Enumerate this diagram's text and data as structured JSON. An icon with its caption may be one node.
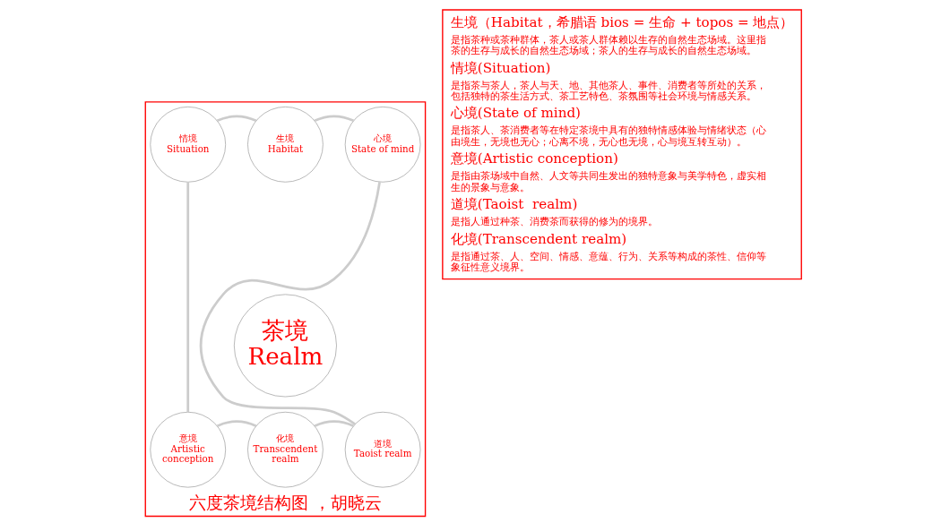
{
  "diagram": {
    "nodes": [
      {
        "text": [
          "六度茶境结构图 ，胡晓云"
        ]
      },
      {
        "text": [
          "生境",
          "Habitat"
        ],
        "in": 0
      },
      {
        "text": [
          "情境",
          "Situation"
        ],
        "in": 0
      },
      {
        "text": [
          "心境",
          "State of mind"
        ],
        "in": 0
      },
      {
        "text": [
          "茶境",
          "Realm"
        ],
        "in": 0
      },
      {
        "text": [
          "意境",
          "Artistic conception"
        ],
        "in": 0
      },
      {
        "text": [
          "道境",
          "Taoist realm"
        ],
        "in": 0
      },
      {
        "text": [
          "化境",
          "Transcendent realm"
        ],
        "in": 0
      },
      {
        "text": [
          "生境（Habitat，希腊语 bios = 生命 + topos = 地点）",
          "是指茶种或茶种群体，茶人或茶人群体赖以生存的自然生态场域。这里指茶的生存与成长的自然生态场域；茶人的生存与成长的自然生态场域。",
          "情境(Situation)",
          "是指茶与茶人，茶人与天、地、其他茶人、事件、消费者等所处的关系，包括独特的茶生活方式、茶工艺特色、茶氛围等社会环境与情感关系。",
          "心境(State of mind)",
          "是指茶人、茶消费者等在特定茶境中具有的独特情感体验与情绪状态（心由境生，无境也无心；心离不境，无心也无境，心与境互转互动）。",
          "意境(Artistic conception)",
          "是指由茶场域中自然、人文等共同生发出的独特意象与美学特色，虚实相生的景象与意象。",
          "道境(Taoist  realm)",
          "是指人通过种茶、消费茶而获得的修为的境界。",
          "化境(Transcendent realm)",
          "是指通过茶、人、空间、情感、意蕴、行为、关系等构成的茶性、信仰等象征性意义境界。"
        ]
      }
    ],
    "edges": [
      {
        "from": 1,
        "to": 3,
        "arrow": "none"
      },
      {
        "from": 3,
        "to": 6,
        "arrow": "none"
      },
      {
        "from": 6,
        "to": 7,
        "arrow": "none"
      },
      {
        "from": 7,
        "to": 5,
        "arrow": "none"
      },
      {
        "from": 5,
        "to": 2,
        "arrow": "none"
      },
      {
        "from": 2,
        "to": 1,
        "arrow": "none"
      }
    ]
  }
}
